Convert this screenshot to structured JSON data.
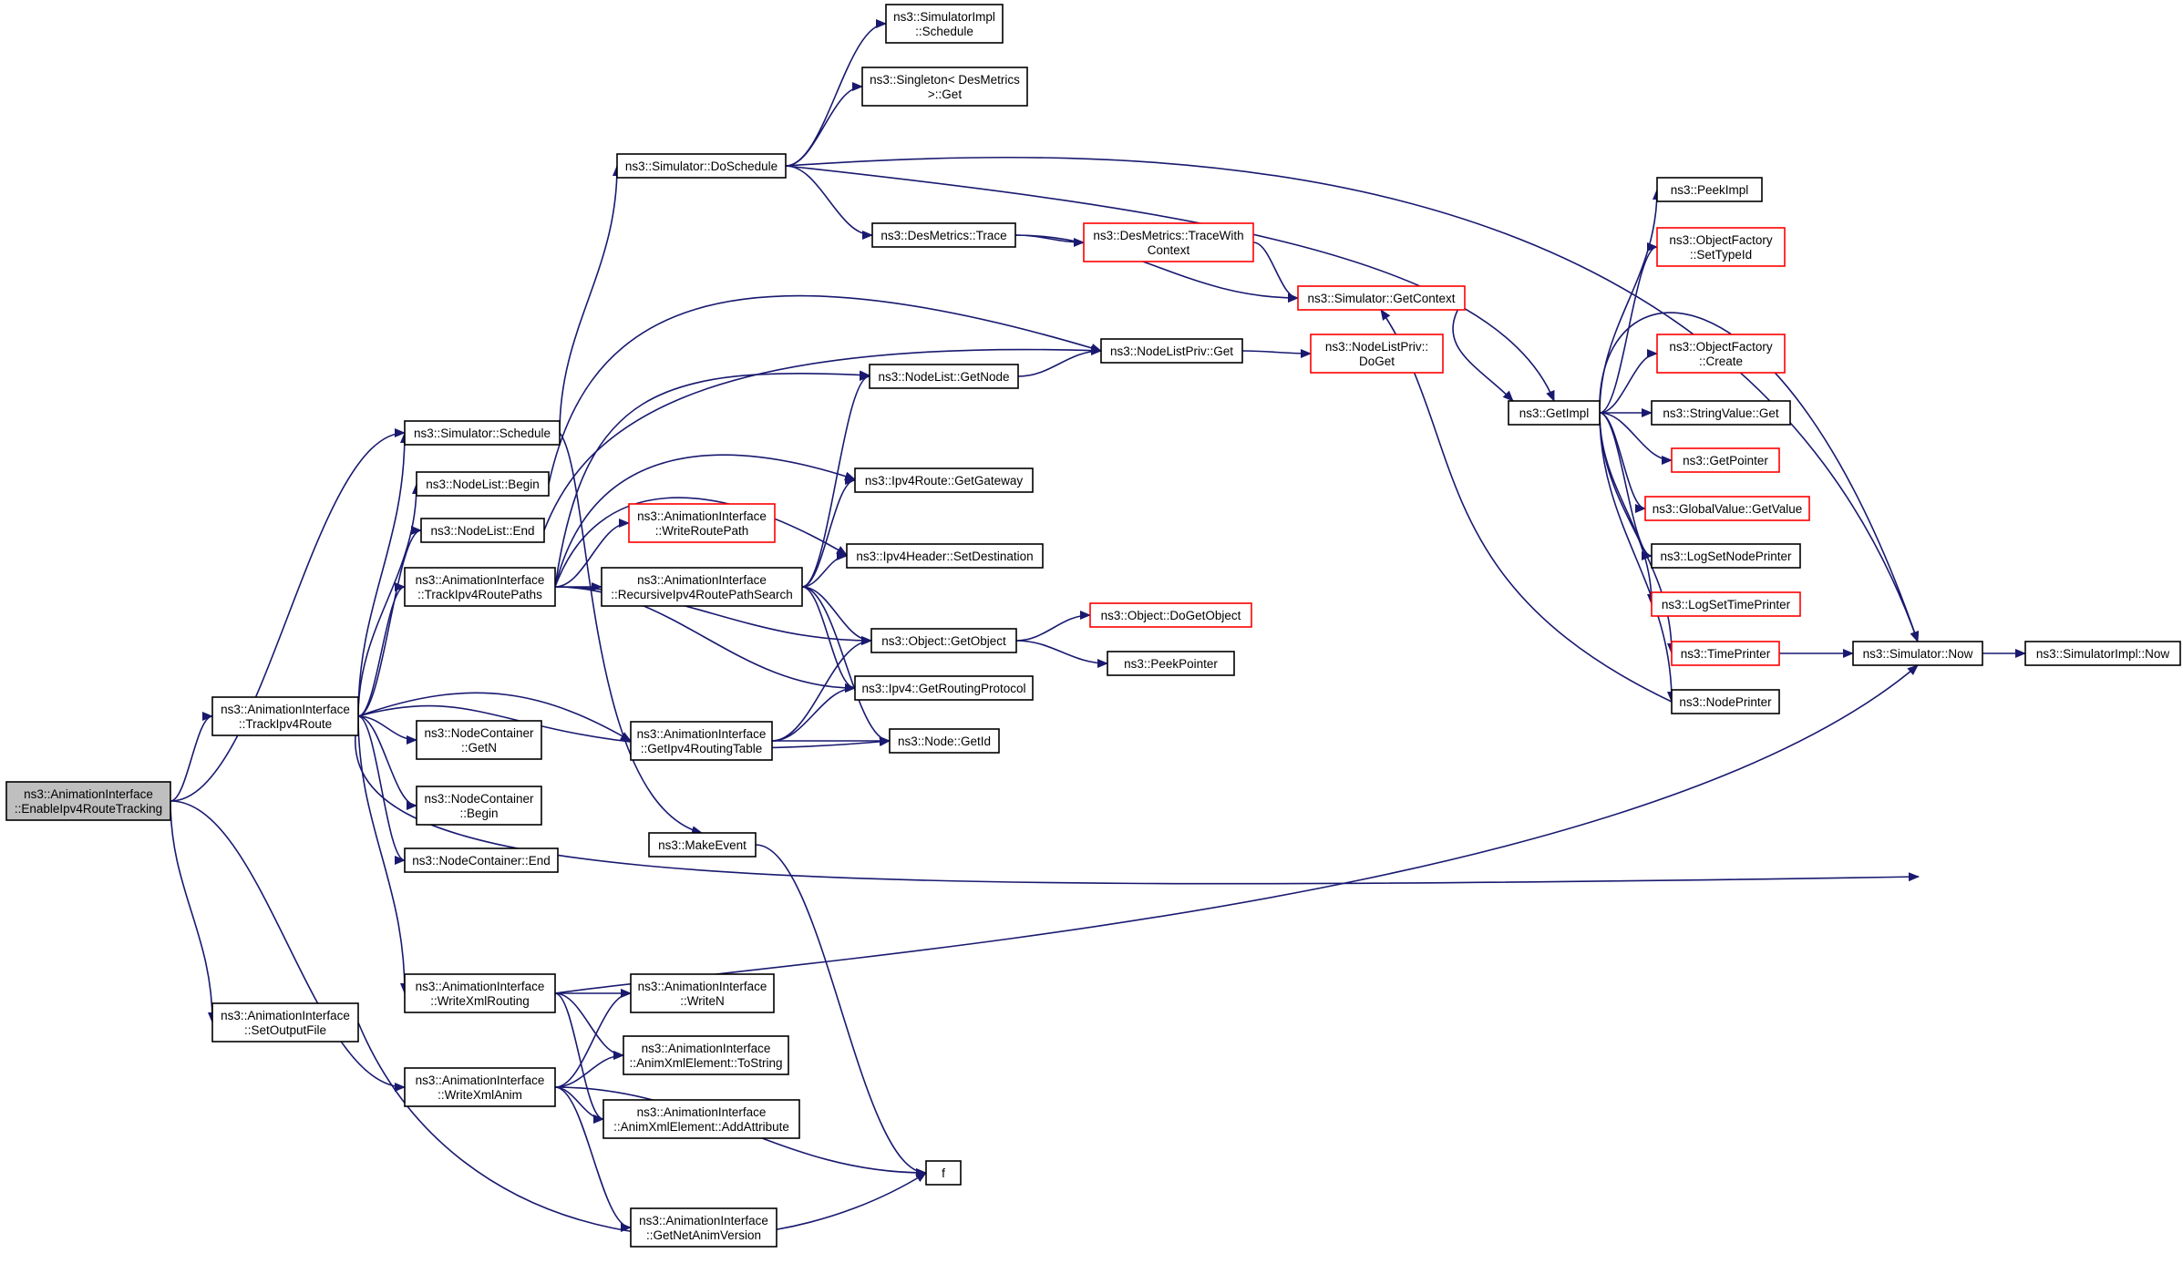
{
  "colors": {
    "edge": "#191970",
    "node_border": "#000000",
    "truncated_border": "#ff0000",
    "root_fill": "#bfbfbf",
    "node_fill": "#ffffff"
  },
  "nodes": [
    {
      "id": "enable",
      "lines": [
        "ns3::AnimationInterface",
        "::EnableIpv4RouteTracking"
      ],
      "style": "root"
    },
    {
      "id": "track",
      "lines": [
        "ns3::AnimationInterface",
        "::TrackIpv4Route"
      ],
      "style": "normal"
    },
    {
      "id": "setout",
      "lines": [
        "ns3::AnimationInterface",
        "::SetOutputFile"
      ],
      "style": "normal"
    },
    {
      "id": "schedule",
      "lines": [
        "ns3::Simulator::Schedule"
      ],
      "style": "normal"
    },
    {
      "id": "nlbegin",
      "lines": [
        "ns3::NodeList::Begin"
      ],
      "style": "normal"
    },
    {
      "id": "nlend",
      "lines": [
        "ns3::NodeList::End"
      ],
      "style": "normal"
    },
    {
      "id": "trackpaths",
      "lines": [
        "ns3::AnimationInterface",
        "::TrackIpv4RoutePaths"
      ],
      "style": "normal"
    },
    {
      "id": "ncgetn",
      "lines": [
        "ns3::NodeContainer",
        "::GetN"
      ],
      "style": "normal"
    },
    {
      "id": "ncbegin",
      "lines": [
        "ns3::NodeContainer",
        "::Begin"
      ],
      "style": "normal"
    },
    {
      "id": "ncend",
      "lines": [
        "ns3::NodeContainer::End"
      ],
      "style": "normal"
    },
    {
      "id": "wxrouting",
      "lines": [
        "ns3::AnimationInterface",
        "::WriteXmlRouting"
      ],
      "style": "normal"
    },
    {
      "id": "wxanim",
      "lines": [
        "ns3::AnimationInterface",
        "::WriteXmlAnim"
      ],
      "style": "normal"
    },
    {
      "id": "doschedule",
      "lines": [
        "ns3::Simulator::DoSchedule"
      ],
      "style": "normal"
    },
    {
      "id": "writeroutepath",
      "lines": [
        "ns3::AnimationInterface",
        "::WriteRoutePath"
      ],
      "style": "truncated"
    },
    {
      "id": "recursive",
      "lines": [
        "ns3::AnimationInterface",
        "::RecursiveIpv4RoutePathSearch"
      ],
      "style": "normal"
    },
    {
      "id": "getipv4rt",
      "lines": [
        "ns3::AnimationInterface",
        "::GetIpv4RoutingTable"
      ],
      "style": "normal"
    },
    {
      "id": "makeevent",
      "lines": [
        "ns3::MakeEvent"
      ],
      "style": "normal"
    },
    {
      "id": "writen",
      "lines": [
        "ns3::AnimationInterface",
        "::WriteN"
      ],
      "style": "normal"
    },
    {
      "id": "tostring",
      "lines": [
        "ns3::AnimationInterface",
        "::AnimXmlElement::ToString"
      ],
      "style": "normal"
    },
    {
      "id": "addattr",
      "lines": [
        "ns3::AnimationInterface",
        "::AnimXmlElement::AddAttribute"
      ],
      "style": "normal"
    },
    {
      "id": "getnetanim",
      "lines": [
        "ns3::AnimationInterface",
        "::GetNetAnimVersion"
      ],
      "style": "normal"
    },
    {
      "id": "simimplsched",
      "lines": [
        "ns3::SimulatorImpl",
        "::Schedule"
      ],
      "style": "normal"
    },
    {
      "id": "singleton",
      "lines": [
        "ns3::Singleton< DesMetrics",
        ">::Get"
      ],
      "style": "normal"
    },
    {
      "id": "destrace",
      "lines": [
        "ns3::DesMetrics::Trace"
      ],
      "style": "normal"
    },
    {
      "id": "nlgetnode",
      "lines": [
        "ns3::NodeList::GetNode"
      ],
      "style": "normal"
    },
    {
      "id": "getgateway",
      "lines": [
        "ns3::Ipv4Route::GetGateway"
      ],
      "style": "normal"
    },
    {
      "id": "setdest",
      "lines": [
        "ns3::Ipv4Header::SetDestination"
      ],
      "style": "normal"
    },
    {
      "id": "getobject",
      "lines": [
        "ns3::Object::GetObject"
      ],
      "style": "normal"
    },
    {
      "id": "getroutingproto",
      "lines": [
        "ns3::Ipv4::GetRoutingProtocol"
      ],
      "style": "normal"
    },
    {
      "id": "nodegetid",
      "lines": [
        "ns3::Node::GetId"
      ],
      "style": "normal"
    },
    {
      "id": "f",
      "lines": [
        "f"
      ],
      "style": "normal"
    },
    {
      "id": "tracewithctx",
      "lines": [
        "ns3::DesMetrics::TraceWith",
        "Context"
      ],
      "style": "truncated"
    },
    {
      "id": "nlprivget",
      "lines": [
        "ns3::NodeListPriv::Get"
      ],
      "style": "normal"
    },
    {
      "id": "dogetobject",
      "lines": [
        "ns3::Object::DoGetObject"
      ],
      "style": "truncated"
    },
    {
      "id": "peekpointer",
      "lines": [
        "ns3::PeekPointer"
      ],
      "style": "normal"
    },
    {
      "id": "getcontext",
      "lines": [
        "ns3::Simulator::GetContext"
      ],
      "style": "truncated"
    },
    {
      "id": "nlprivdoget",
      "lines": [
        "ns3::NodeListPriv::",
        "DoGet"
      ],
      "style": "truncated"
    },
    {
      "id": "getimpl",
      "lines": [
        "ns3::GetImpl"
      ],
      "style": "normal"
    },
    {
      "id": "peekimpl",
      "lines": [
        "ns3::PeekImpl"
      ],
      "style": "normal"
    },
    {
      "id": "ofsettypeid",
      "lines": [
        "ns3::ObjectFactory",
        "::SetTypeId"
      ],
      "style": "truncated"
    },
    {
      "id": "ofcreate",
      "lines": [
        "ns3::ObjectFactory",
        "::Create"
      ],
      "style": "truncated"
    },
    {
      "id": "strvalget",
      "lines": [
        "ns3::StringValue::Get"
      ],
      "style": "normal"
    },
    {
      "id": "getpointer",
      "lines": [
        "ns3::GetPointer"
      ],
      "style": "truncated"
    },
    {
      "id": "gvgetvalue",
      "lines": [
        "ns3::GlobalValue::GetValue"
      ],
      "style": "truncated"
    },
    {
      "id": "logsetnodeprinter",
      "lines": [
        "ns3::LogSetNodePrinter"
      ],
      "style": "normal"
    },
    {
      "id": "logsettimeprinter",
      "lines": [
        "ns3::LogSetTimePrinter"
      ],
      "style": "truncated"
    },
    {
      "id": "timeprinter",
      "lines": [
        "ns3::TimePrinter"
      ],
      "style": "truncated"
    },
    {
      "id": "nodeprinter",
      "lines": [
        "ns3::NodePrinter"
      ],
      "style": "normal"
    },
    {
      "id": "simnow",
      "lines": [
        "ns3::Simulator::Now"
      ],
      "style": "normal"
    },
    {
      "id": "simimplnow",
      "lines": [
        "ns3::SimulatorImpl::Now"
      ],
      "style": "normal"
    }
  ],
  "edges": [
    {
      "from": "enable",
      "to": "schedule"
    },
    {
      "from": "enable",
      "to": "track"
    },
    {
      "from": "enable",
      "to": "setout"
    },
    {
      "from": "enable",
      "to": "wxanim"
    },
    {
      "from": "track",
      "to": "schedule"
    },
    {
      "from": "track",
      "to": "nlbegin"
    },
    {
      "from": "track",
      "to": "nlend"
    },
    {
      "from": "track",
      "to": "trackpaths"
    },
    {
      "from": "track",
      "to": "ncgetn"
    },
    {
      "from": "track",
      "to": "ncbegin"
    },
    {
      "from": "track",
      "to": "ncend"
    },
    {
      "from": "track",
      "to": "getipv4rt"
    },
    {
      "from": "track",
      "to": "nodegetid"
    },
    {
      "from": "track",
      "to": "simnow"
    },
    {
      "from": "track",
      "to": "wxrouting"
    },
    {
      "from": "setout",
      "to": "f"
    },
    {
      "from": "schedule",
      "to": "doschedule"
    },
    {
      "from": "schedule",
      "to": "makeevent"
    },
    {
      "from": "nlbegin",
      "to": "nlprivget"
    },
    {
      "from": "nlend",
      "to": "nlprivget"
    },
    {
      "from": "trackpaths",
      "to": "nlgetnode"
    },
    {
      "from": "trackpaths",
      "to": "getgateway"
    },
    {
      "from": "trackpaths",
      "to": "setdest"
    },
    {
      "from": "trackpaths",
      "to": "writeroutepath"
    },
    {
      "from": "trackpaths",
      "to": "recursive"
    },
    {
      "from": "trackpaths",
      "to": "getobject"
    },
    {
      "from": "trackpaths",
      "to": "getroutingproto"
    },
    {
      "from": "recursive",
      "to": "nlgetnode"
    },
    {
      "from": "recursive",
      "to": "getgateway"
    },
    {
      "from": "recursive",
      "to": "setdest"
    },
    {
      "from": "recursive",
      "to": "getobject"
    },
    {
      "from": "recursive",
      "to": "getroutingproto"
    },
    {
      "from": "recursive",
      "to": "nodegetid"
    },
    {
      "from": "getipv4rt",
      "to": "getobject"
    },
    {
      "from": "getipv4rt",
      "to": "getroutingproto"
    },
    {
      "from": "getipv4rt",
      "to": "nodegetid"
    },
    {
      "from": "makeevent",
      "to": "f"
    },
    {
      "from": "wxrouting",
      "to": "writen"
    },
    {
      "from": "wxrouting",
      "to": "tostring"
    },
    {
      "from": "wxrouting",
      "to": "addattr"
    },
    {
      "from": "wxrouting",
      "to": "simnow"
    },
    {
      "from": "wxanim",
      "to": "writen"
    },
    {
      "from": "wxanim",
      "to": "tostring"
    },
    {
      "from": "wxanim",
      "to": "addattr"
    },
    {
      "from": "wxanim",
      "to": "getnetanim"
    },
    {
      "from": "wxanim",
      "to": "f"
    },
    {
      "from": "doschedule",
      "to": "simimplsched"
    },
    {
      "from": "doschedule",
      "to": "singleton"
    },
    {
      "from": "doschedule",
      "to": "destrace"
    },
    {
      "from": "doschedule",
      "to": "simnow"
    },
    {
      "from": "doschedule",
      "to": "getimpl"
    },
    {
      "from": "destrace",
      "to": "tracewithctx"
    },
    {
      "from": "destrace",
      "to": "getcontext"
    },
    {
      "from": "tracewithctx",
      "to": "getcontext"
    },
    {
      "from": "nlgetnode",
      "to": "nlprivget"
    },
    {
      "from": "nlprivget",
      "to": "nlprivdoget"
    },
    {
      "from": "getobject",
      "to": "dogetobject"
    },
    {
      "from": "getobject",
      "to": "peekpointer"
    },
    {
      "from": "getcontext",
      "to": "getimpl"
    },
    {
      "from": "getimpl",
      "to": "peekimpl"
    },
    {
      "from": "getimpl",
      "to": "ofsettypeid"
    },
    {
      "from": "getimpl",
      "to": "simnow"
    },
    {
      "from": "getimpl",
      "to": "ofcreate"
    },
    {
      "from": "getimpl",
      "to": "strvalget"
    },
    {
      "from": "getimpl",
      "to": "getpointer"
    },
    {
      "from": "getimpl",
      "to": "gvgetvalue"
    },
    {
      "from": "getimpl",
      "to": "logsetnodeprinter"
    },
    {
      "from": "getimpl",
      "to": "logsettimeprinter"
    },
    {
      "from": "getimpl",
      "to": "timeprinter"
    },
    {
      "from": "getimpl",
      "to": "nodeprinter"
    },
    {
      "from": "timeprinter",
      "to": "simnow"
    },
    {
      "from": "nodeprinter",
      "to": "getcontext"
    },
    {
      "from": "simnow",
      "to": "simimplnow"
    }
  ]
}
